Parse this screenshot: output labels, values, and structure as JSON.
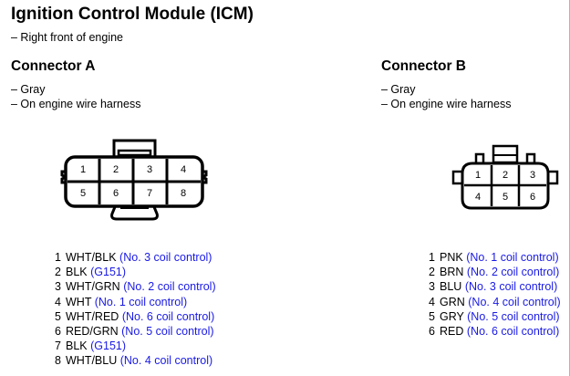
{
  "document": {
    "title": "Ignition Control Module (ICM)",
    "subtitle": "– Right front of engine"
  },
  "colors": {
    "note_blue": "#1a1ae6",
    "text_black": "#000000",
    "background": "#ffffff"
  },
  "connectors": [
    {
      "id": "A",
      "heading": "Connector A",
      "sub1": "– Gray",
      "sub2": "– On engine wire harness",
      "cavity_layout": {
        "columns": 4,
        "rows": 2
      },
      "cavity_numbers": [
        [
          "1",
          "2",
          "3",
          "4"
        ],
        [
          "5",
          "6",
          "7",
          "8"
        ]
      ],
      "pins": [
        {
          "number": "1",
          "wire": "WHT/BLK",
          "note": "(No. 3 coil control)"
        },
        {
          "number": "2",
          "wire": "BLK",
          "note": "(G151)"
        },
        {
          "number": "3",
          "wire": "WHT/GRN",
          "note": "(No. 2 coil control)"
        },
        {
          "number": "4",
          "wire": "WHT",
          "note": "(No. 1 coil control)"
        },
        {
          "number": "5",
          "wire": "WHT/RED",
          "note": "(No. 6 coil control)"
        },
        {
          "number": "6",
          "wire": "RED/GRN",
          "note": "(No. 5 coil control)"
        },
        {
          "number": "7",
          "wire": "BLK",
          "note": "(G151)"
        },
        {
          "number": "8",
          "wire": "WHT/BLU",
          "note": "(No. 4 coil control)"
        }
      ]
    },
    {
      "id": "B",
      "heading": "Connector B",
      "sub1": "– Gray",
      "sub2": "– On engine wire harness",
      "cavity_layout": {
        "columns": 3,
        "rows": 2
      },
      "cavity_numbers": [
        [
          "1",
          "2",
          "3"
        ],
        [
          "4",
          "5",
          "6"
        ]
      ],
      "pins": [
        {
          "number": "1",
          "wire": "PNK",
          "note": "(No. 1 coil control)"
        },
        {
          "number": "2",
          "wire": "BRN",
          "note": "(No. 2 coil control)"
        },
        {
          "number": "3",
          "wire": "BLU",
          "note": "(No. 3 coil control)"
        },
        {
          "number": "4",
          "wire": "GRN",
          "note": "(No. 4 coil control)"
        },
        {
          "number": "5",
          "wire": "GRY",
          "note": "(No. 5 coil control)"
        },
        {
          "number": "6",
          "wire": "RED",
          "note": "(No. 6 coil control)"
        }
      ]
    }
  ]
}
